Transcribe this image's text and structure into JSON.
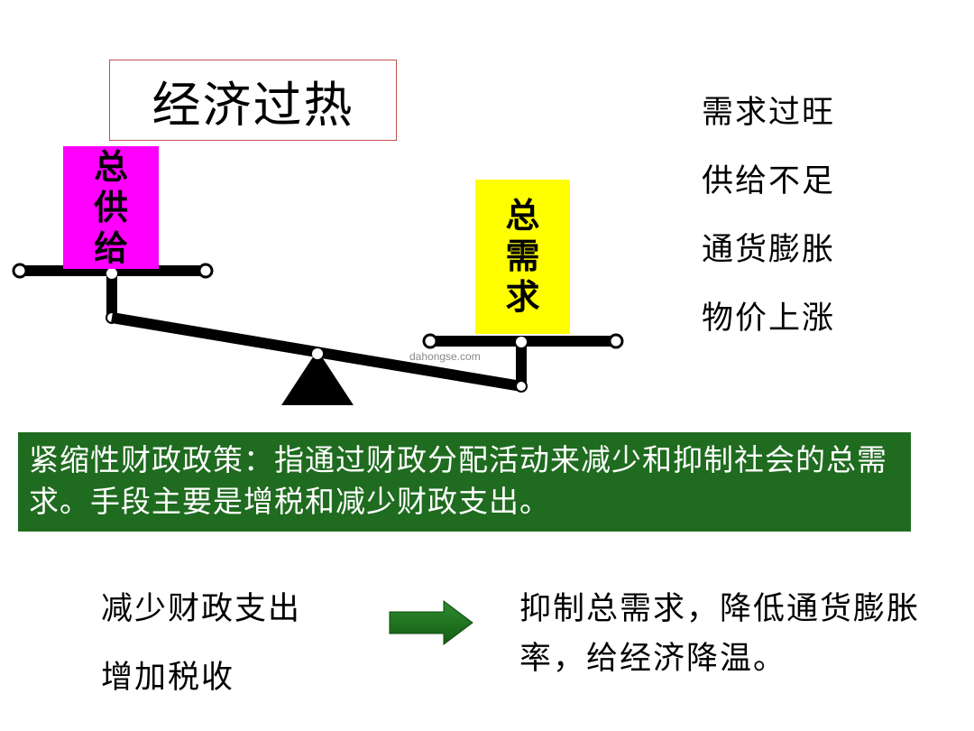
{
  "title": "经济过热",
  "symptoms": [
    "需求过旺",
    "供给不足",
    "通货膨胀",
    "物价上涨"
  ],
  "balance": {
    "supply_label": "总供给",
    "demand_label": "总需求",
    "watermark": "dahongse.com"
  },
  "definition": {
    "text": "紧缩性财政政策：指通过财政分配活动来减少和抑制社会的总需求。手段主要是增税和减少财政支出。"
  },
  "measures": [
    "减少财政支出",
    "增加税收"
  ],
  "result": "抑制总需求，降低通货膨胀率，给经济降温。",
  "colors": {
    "supply_box": "#ff00ff",
    "demand_box": "#ffff00",
    "definition_bg": "#1f6b1f",
    "arrow": "#1f7a1f",
    "title_border": "#c0504d"
  }
}
